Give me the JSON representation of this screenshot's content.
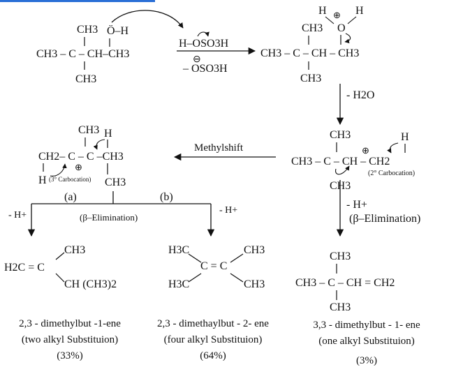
{
  "accent_color": "#2a6fd6",
  "step1": {
    "ch3_top": "CH3",
    "oh": "Ö–H",
    "main_chain": "CH3 – C –  CH–CH3",
    "ch3_bottom": "CH3"
  },
  "reagent": {
    "top": "H–OSO3H",
    "bottom": "– OSO3H",
    "minus": "⊖"
  },
  "step2": {
    "h_left": "H",
    "h_right": "H",
    "plus": "⊕",
    "o": "O",
    "ch3_top": "CH3",
    "main_chain": "CH3 – C  – CH – CH3",
    "ch3_bottom": "CH3"
  },
  "minus_water": "- H2O",
  "step3": {
    "ch3_top": "CH3",
    "plus": "⊕",
    "h": "H",
    "main_chain": "CH3 – C  –  CH – CH2",
    "ch3_bottom": "CH3",
    "note": "(2° Carbocation)"
  },
  "methylshift": "Methylshift",
  "step4": {
    "ch3_top": "CH3",
    "h_top": "H",
    "main_chain": "CH2– C – C –CH3",
    "plus": "⊕",
    "h_bottom": "H",
    "note": "(3° Carbocation)",
    "ch3_bottom": "CH3",
    "path_a": "(a)",
    "path_b": "(b)",
    "minus_h_left": "- H+",
    "minus_h_right": "- H+",
    "beta": "(β–Elimination)"
  },
  "elim_right": {
    "minus_h": "- H+",
    "beta": "(β–Elimination)"
  },
  "product1": {
    "ch3_top": "CH3",
    "main": "H2C = C",
    "bottom": "CH (CH3)2",
    "name": "2,3 - dimethylbut -1-ene",
    "substitution": "(two alkyl Substituion)",
    "yield": "(33%)"
  },
  "product2": {
    "h3c_top": "H3C",
    "ch3_top": "CH3",
    "main": "C = C",
    "h3c_bottom": "H3C",
    "ch3_bottom": "CH3",
    "name": "2,3 - dimethaylbut - 2- ene",
    "substitution": "(four alkyl Substituion)",
    "yield": "(64%)"
  },
  "product3": {
    "ch3_top": "CH3",
    "main": "CH3 – C – CH = CH2",
    "ch3_bottom": "CH3",
    "name": "3,3 - dimethylbut - 1- ene",
    "substitution": "(one alkyl Substituion)",
    "yield": "(3%)"
  }
}
